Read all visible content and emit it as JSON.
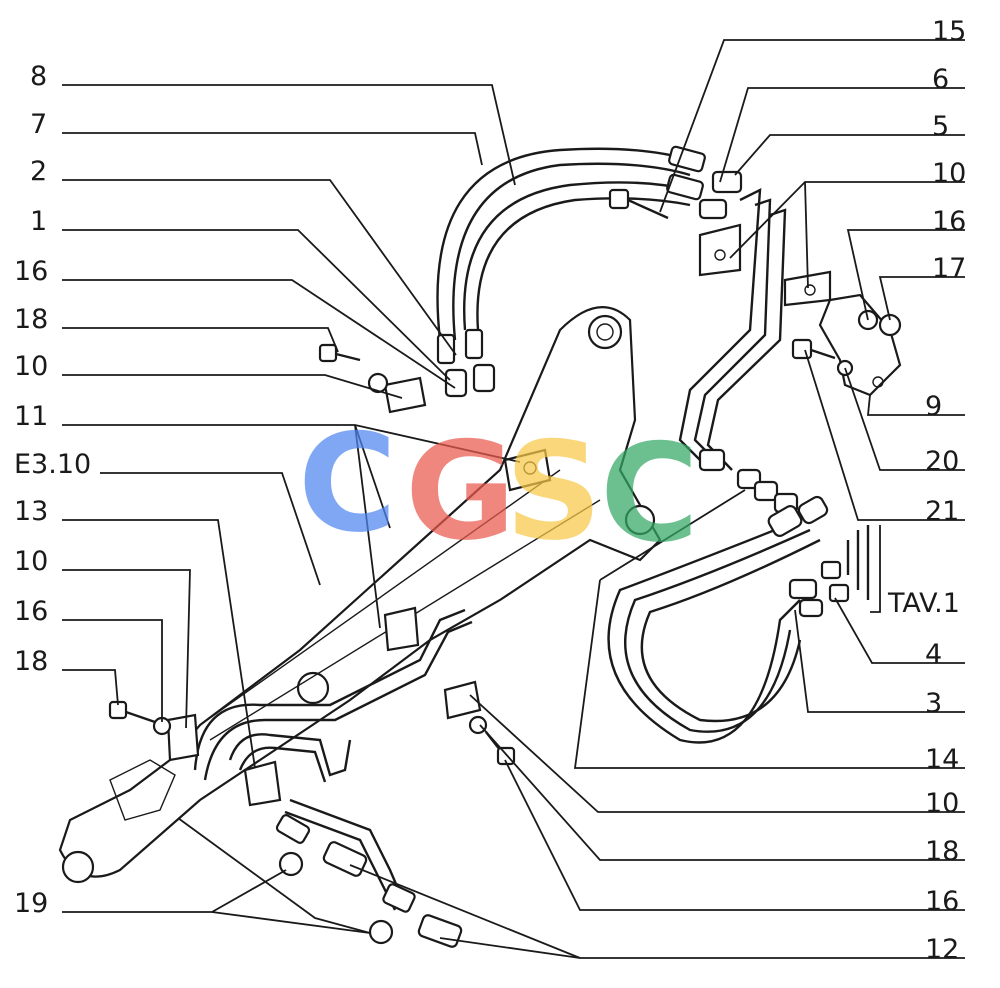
{
  "watermark": {
    "letters": [
      "C",
      "G",
      "S",
      "C"
    ],
    "colors": [
      "#4f86f0",
      "#ea5a4f",
      "#f7c948",
      "#34a866"
    ]
  },
  "callouts": {
    "l8": "8",
    "l7": "7",
    "l2": "2",
    "l1": "1",
    "l16a": "16",
    "l18a": "18",
    "l10a": "10",
    "l11": "11",
    "lE310": "E3.10",
    "l13": "13",
    "l10b": "10",
    "l16b": "16",
    "l18b": "18",
    "l19": "19",
    "r15": "15",
    "r6": "6",
    "r5": "5",
    "r10a": "10",
    "r16": "16",
    "r17": "17",
    "r9": "9",
    "r20": "20",
    "r21": "21",
    "rTAV1": "TAV.1",
    "r4": "4",
    "r3": "3",
    "r14": "14",
    "r10b": "10",
    "r18": "18",
    "r16b": "16",
    "r12": "12"
  }
}
